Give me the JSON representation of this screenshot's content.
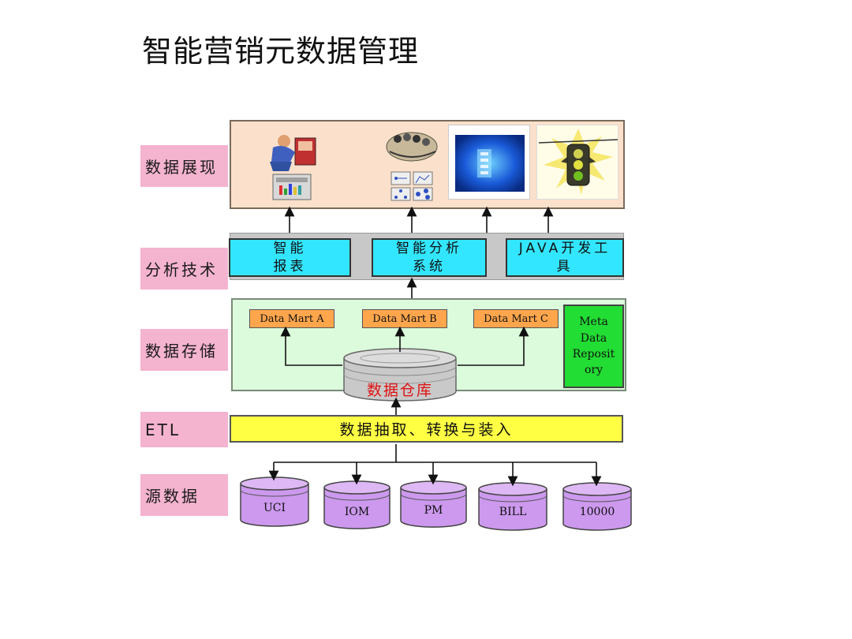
{
  "title": "智能营销元数据管理",
  "layers": {
    "presentation": "数据展现",
    "analysis": "分析技术",
    "storage": "数据存储",
    "etl": "ETL",
    "source": "源数据"
  },
  "presentation_icons": [
    "report-user-icon",
    "analysis-crowd-icon",
    "blue-screen-icon",
    "traffic-light-icon"
  ],
  "analysis_boxes": {
    "report_line1": "智能",
    "report_line2": "报表",
    "system_line1": "智能分析",
    "system_line2": "系统",
    "java_line1": "JAVA开发工",
    "java_line2": "具"
  },
  "marts": {
    "a": "Data Mart A",
    "b": "Data Mart B",
    "c": "Data Mart C"
  },
  "meta": {
    "l1": "Meta",
    "l2": "Data",
    "l3": "Reposit",
    "l4": "ory"
  },
  "warehouse": "数据仓库",
  "etl_text": "数据抽取、转换与装入",
  "sources": {
    "s1": "UCI",
    "s2": "IOM",
    "s3": "PM",
    "s4": "BILL",
    "s5": "10000"
  },
  "colors": {
    "label_bg": "#f4b3cf",
    "presentation_bg": "#fbe0cb",
    "cyan": "#33e6ff",
    "storage_bg": "#dcfbdc",
    "mart": "#ffa64d",
    "meta": "#22dd33",
    "etl": "#ffff44",
    "db_purple": "#cc99ee"
  }
}
